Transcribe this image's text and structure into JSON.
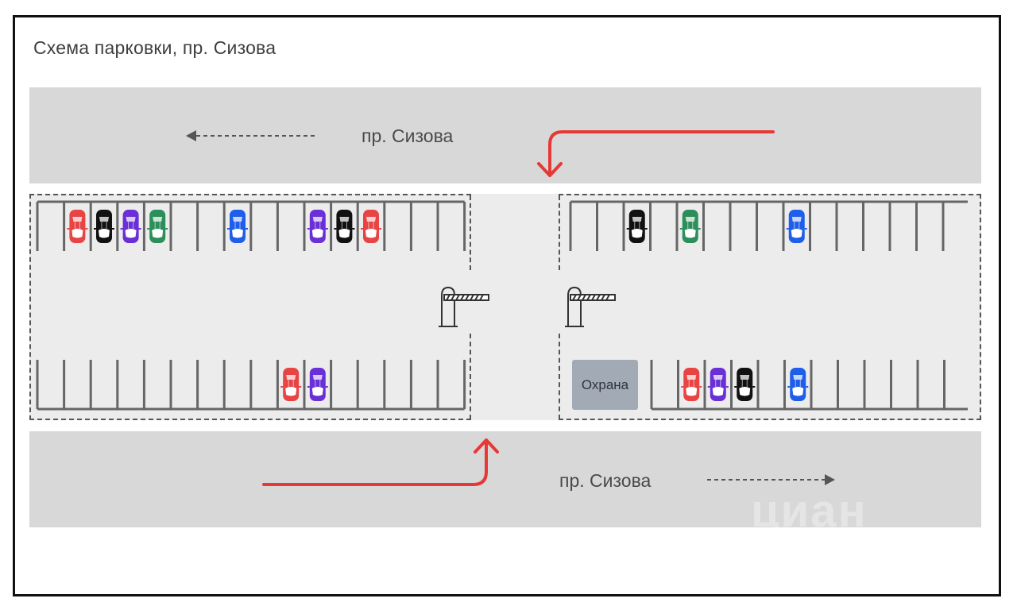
{
  "title": "Схема парковки, пр. Сизова",
  "roads": {
    "top": {
      "label": "пр. Сизова",
      "direction": "left"
    },
    "bottom": {
      "label": "пр. Сизова",
      "direction": "right"
    }
  },
  "route_arrows": [
    {
      "name": "entry-arrow",
      "from": "top-road",
      "to": "lot-entrance",
      "color": "#e53935"
    },
    {
      "name": "exit-arrow",
      "from": "bottom-road",
      "to": "lot-exit",
      "color": "#e53935"
    }
  ],
  "guard_post": {
    "label": "Охрана"
  },
  "barriers": [
    {
      "name": "left-barrier"
    },
    {
      "name": "right-barrier"
    }
  ],
  "colors": {
    "red": "#e84444",
    "black": "#111111",
    "purple": "#6a2fd6",
    "green": "#2c8f5a",
    "blue": "#1f5eea",
    "road": "#d8d8d8",
    "lot": "#ececec",
    "line": "#666666",
    "arrow": "#e53935"
  },
  "parking_rows": {
    "top_left": {
      "spaces": 16,
      "cars": [
        {
          "space": 2,
          "color": "red"
        },
        {
          "space": 3,
          "color": "black"
        },
        {
          "space": 4,
          "color": "purple"
        },
        {
          "space": 5,
          "color": "green"
        },
        {
          "space": 8,
          "color": "blue"
        },
        {
          "space": 11,
          "color": "purple"
        },
        {
          "space": 12,
          "color": "black"
        },
        {
          "space": 13,
          "color": "red"
        }
      ]
    },
    "bottom_left": {
      "spaces": 16,
      "cars": [
        {
          "space": 10,
          "color": "red"
        },
        {
          "space": 11,
          "color": "purple"
        }
      ]
    },
    "top_right": {
      "spaces": 15,
      "cars": [
        {
          "space": 3,
          "color": "black"
        },
        {
          "space": 5,
          "color": "green"
        },
        {
          "space": 9,
          "color": "blue"
        }
      ]
    },
    "bottom_right": {
      "spaces": 11,
      "cars": [
        {
          "space": 2,
          "color": "red"
        },
        {
          "space": 3,
          "color": "purple"
        },
        {
          "space": 4,
          "color": "black"
        },
        {
          "space": 6,
          "color": "blue"
        }
      ]
    }
  },
  "watermark": "циан"
}
